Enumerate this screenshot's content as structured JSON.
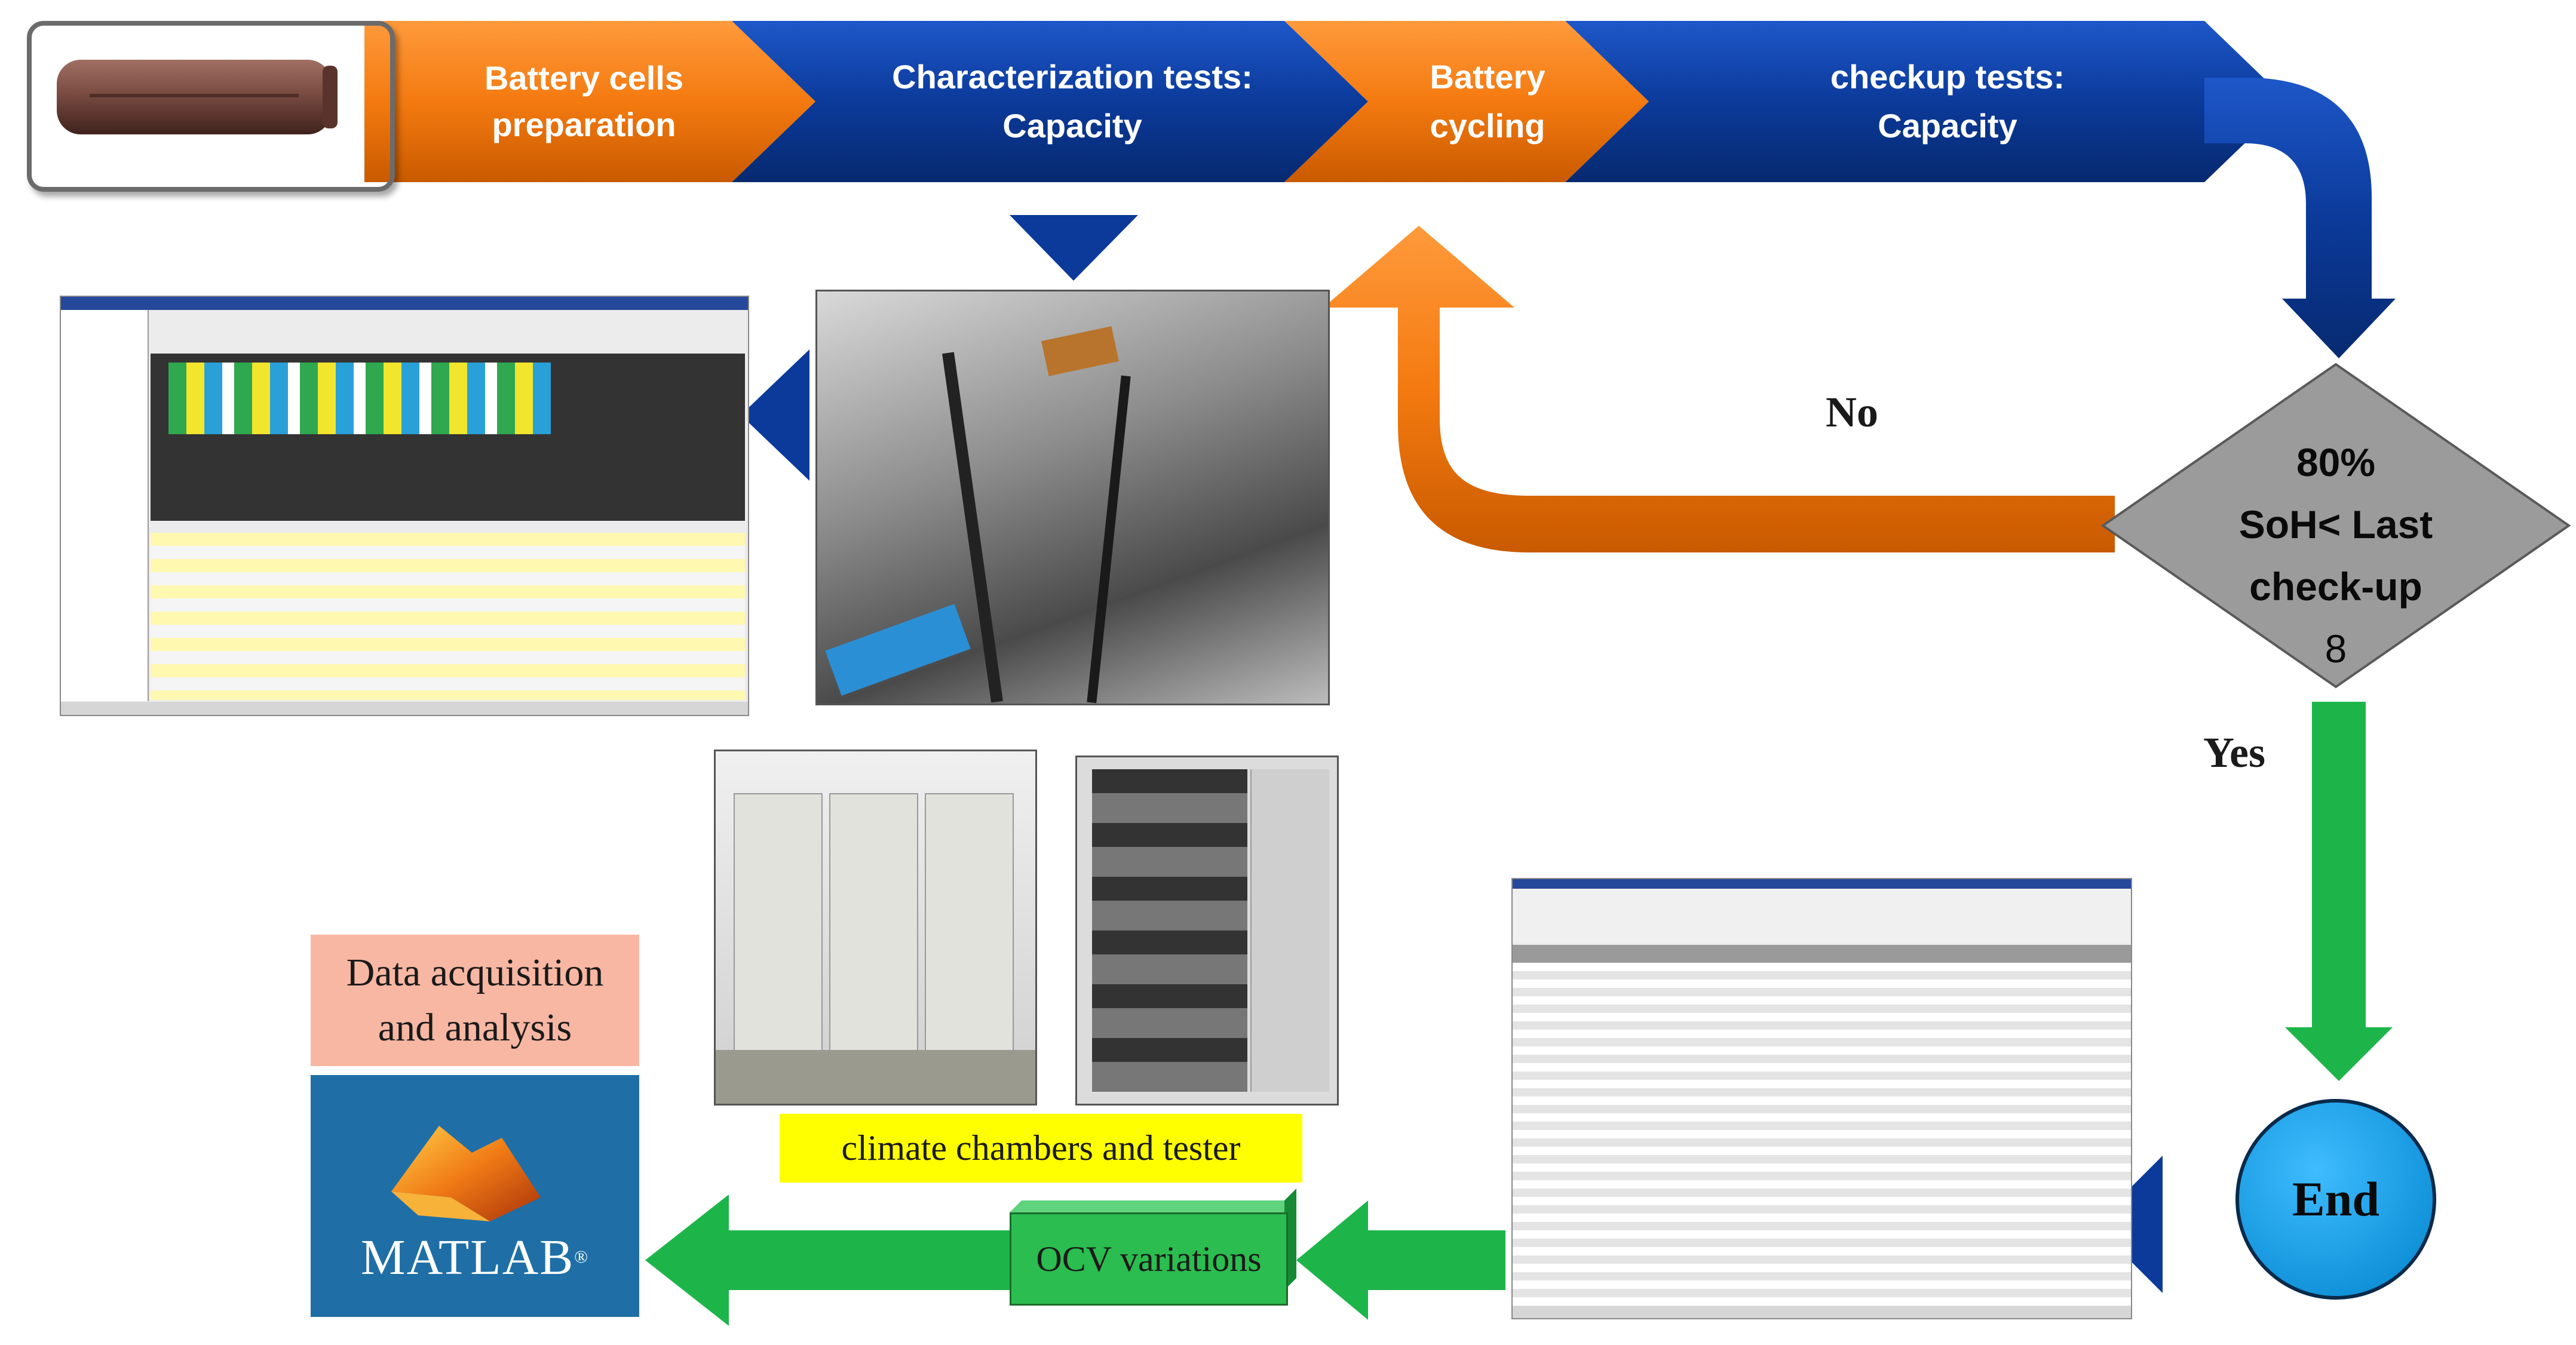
{
  "process_steps": [
    {
      "line1": "Battery cells",
      "line2": "preparation"
    },
    {
      "line1": "Characterization tests:",
      "line2": "Capacity"
    },
    {
      "line1": "Battery",
      "line2": "cycling"
    },
    {
      "line1": "checkup tests:",
      "line2": "Capacity"
    }
  ],
  "decision": {
    "line1": "80%",
    "line2": "SoH< Last",
    "line3": "check-up",
    "line4": "8"
  },
  "branches": {
    "no": "No",
    "yes": "Yes"
  },
  "end_label": "End",
  "labels": {
    "acquisition_line1": "Data acquisition",
    "acquisition_line2": "and analysis",
    "matlab": "MATLAB",
    "matlab_mark": "®",
    "climate": "climate chambers and tester",
    "ocv": "OCV variations"
  },
  "colors": {
    "orange": "#f5780f",
    "blue": "#0a3d9e",
    "green": "#1db54a",
    "gray_diamond": "#9b9b9b",
    "end_circle": "#1aa3e8",
    "acq_box": "#f7b7a3",
    "climate_box": "#ffff00"
  }
}
